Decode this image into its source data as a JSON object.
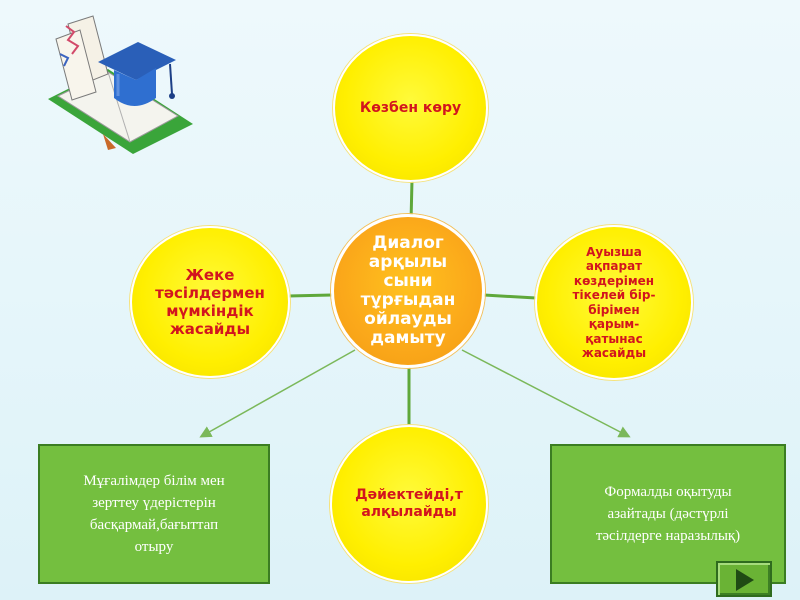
{
  "diagram": {
    "center": "Диалог\nарқылы\nсыни\nтұрғыдан\nойлауды\nдамыту",
    "top": "Көзбен көру",
    "left": "Жеке\nтәсілдермен\nмүмкіндік\nжасайды",
    "right": "Ауызша\nақпарат\nкөздерімен\nтікелей  бір-\nбірімен\nқарым-\nқатынас\nжасайды",
    "bottom": "Дәйектейді,т\nалқылайды",
    "box_left": "Мұғалімдер білім мен\nзерттеу үдерістерін\nбасқармай,бағыттап\nотыру",
    "box_right": "Формалды оқытуды\nазайтады (дәстүрлі\nтәсілдерге наразылық)"
  },
  "colors": {
    "satellite": "#ffef00",
    "center": "#fba81a",
    "text": "#d2151e",
    "box": "#74bf3f",
    "connector": "#5fa83a"
  },
  "icons": {
    "logo": "graduation-cap-book-icon",
    "next": "play-triangle-icon"
  }
}
